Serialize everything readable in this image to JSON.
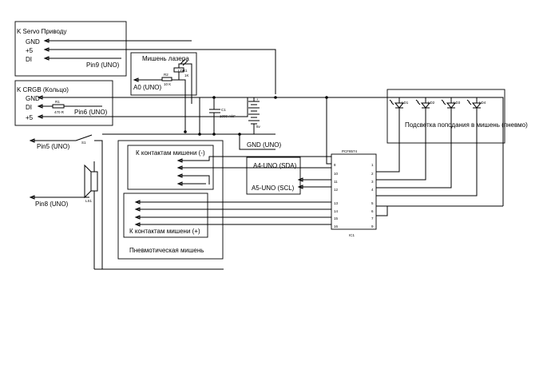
{
  "servo": {
    "title": "K Servo Приводу",
    "gnd": "GND",
    "plus5": "+5",
    "di": "DI",
    "pin": "Pin9 (UNO)"
  },
  "laser": {
    "title": "Мишень лазера",
    "a0": "A0 (UNO)",
    "r2_name": "R2",
    "r2_val": "10 K",
    "photo_name": "LDR1",
    "photo_val": "1K"
  },
  "crgb": {
    "title": "K CRGB (Кольцо)",
    "gnd": "GND",
    "di": "DI",
    "plus5": "+5",
    "r1_name": "R1",
    "r1_val": "470 R",
    "pin": "Pin6 (UNO)"
  },
  "cap": {
    "name": "C1",
    "value": "1000 mkF"
  },
  "battery": {
    "plus": "+",
    "minus": "5v"
  },
  "pin5": "Pin5 (UNO)",
  "switch_name": "S1",
  "pin8": "Pin8 (UNO)",
  "speaker_name": "LS1",
  "gnd_uno": "GND (UNO)",
  "contacts_minus": "К контактам мишени (-)",
  "contacts_plus": "К контактам мишени (+)",
  "pneumo_target": "Пневмотическая мишень",
  "sda": "A4-UNO (SDA)",
  "scl": "A5-UNO (SCL)",
  "ic": {
    "name": "IC1",
    "part": "PCF8574",
    "left_pins": [
      "8",
      "10",
      "11",
      "12",
      "13",
      "14",
      "15",
      "16"
    ],
    "right_pins": [
      "1",
      "2",
      "3",
      "4",
      "5",
      "6",
      "7",
      "9"
    ]
  },
  "leds": [
    "LD1",
    "LD2",
    "LD3",
    "LD4"
  ],
  "backlight": "Подсветка поподания в мишень (пневмо)"
}
